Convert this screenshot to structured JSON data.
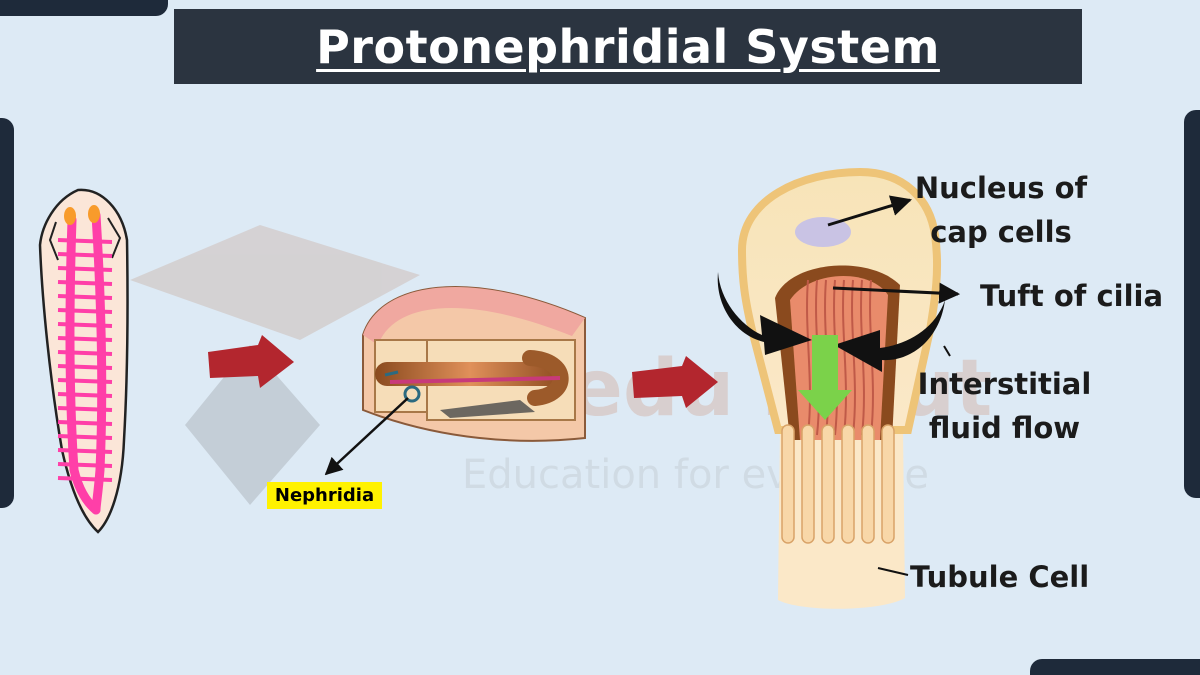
{
  "title": "Protonephridial System",
  "labels": {
    "nucleus": [
      "Nucleus of",
      "cap cells"
    ],
    "cilia": "Tuft of cilia",
    "fluid": [
      "Interstitial",
      "fluid flow"
    ],
    "tubule": "Tubule Cell",
    "nephridia": "Nephridia"
  },
  "watermark": {
    "brand": "edu input",
    "tagline": "Education for everyone"
  },
  "colors": {
    "title_bar": "#2b3440",
    "background": "#ddeaf5",
    "nephridia_highlight": "#fff200",
    "flow_arrow": "#7bd24a",
    "pointer_arrow": "#b3262e"
  }
}
